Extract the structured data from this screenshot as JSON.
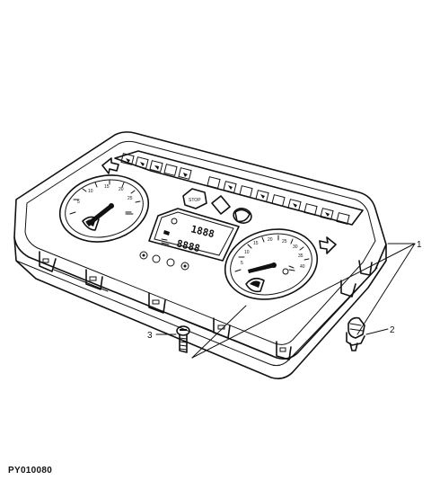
{
  "figure": {
    "code": "PY010080"
  },
  "callouts": [
    {
      "id": "1",
      "label": "1"
    },
    {
      "id": "2",
      "label": "2"
    },
    {
      "id": "3",
      "label": "3"
    }
  ],
  "instrument_cluster": {
    "tacho_scale": [
      "5",
      "10",
      "15",
      "20",
      "25"
    ],
    "speedo_scale": [
      "5",
      "10",
      "15",
      "20",
      "25",
      "30",
      "35",
      "40"
    ],
    "lcd_top": "1888",
    "lcd_bottom": "8888",
    "warning_button_label": "STOP"
  },
  "colors": {
    "ink": "#111111",
    "paper": "#ffffff"
  }
}
